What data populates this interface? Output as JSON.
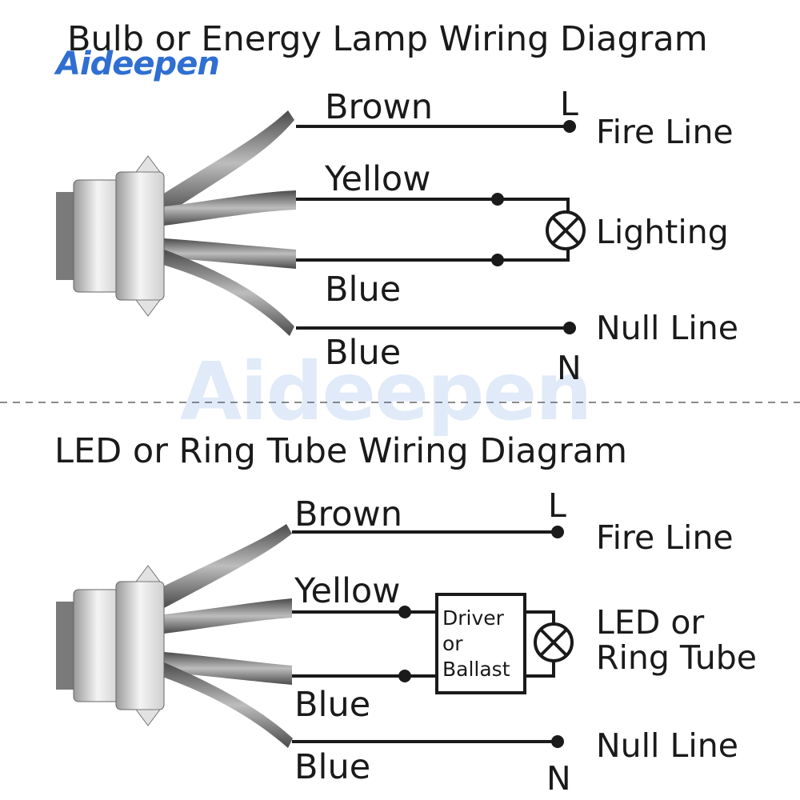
{
  "brand": {
    "logo_text": "Aideepen",
    "watermark_text": "Aideepen"
  },
  "colors": {
    "line": "#1a1a1a",
    "cable_dark": "#5a5a5a",
    "cable_light": "#bdbdbd",
    "logo_blue": "#2f6fd1",
    "logo_orange": "#f2a31b"
  },
  "top_diagram": {
    "title": "Bulb or Energy Lamp Wiring Diagram",
    "wires": [
      "Brown",
      "Yellow",
      "Blue",
      "Blue"
    ],
    "terminal_l": "L",
    "terminal_n": "N",
    "fire_line": "Fire Line",
    "load_label": "Lighting",
    "null_line": "Null Line"
  },
  "bottom_diagram": {
    "title": "LED or Ring Tube Wiring Diagram",
    "wires": [
      "Brown",
      "Yellow",
      "Blue",
      "Blue"
    ],
    "terminal_l": "L",
    "terminal_n": "N",
    "fire_line": "Fire Line",
    "box_line1": "Driver",
    "box_line2": "or",
    "box_line3": "Ballast",
    "load_line1": "LED or",
    "load_line2": "Ring Tube",
    "null_line": "Null Line"
  }
}
